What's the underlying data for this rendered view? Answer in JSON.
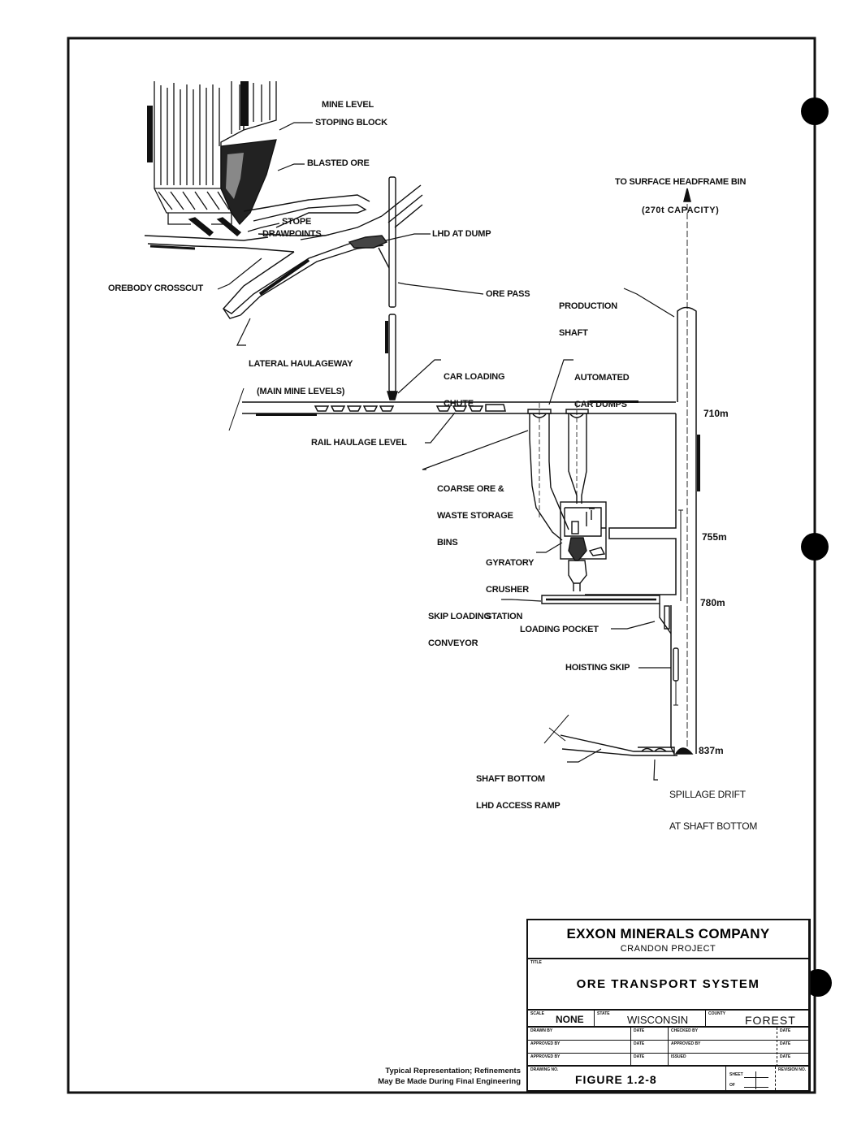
{
  "drawing": {
    "labels": {
      "mine_level": "MINE LEVEL",
      "stoping_block": "STOPING BLOCK",
      "blasted_ore": "BLASTED ORE",
      "stope": "STOPE",
      "drawpoints": "DRAWPOINTS",
      "lhd_at_dump": "LHD AT DUMP",
      "orebody_crosscut": "OREBODY CROSSCUT",
      "ore_pass": "ORE PASS",
      "lateral_haulageway_1": "LATERAL HAULAGEWAY",
      "lateral_haulageway_2": "(MAIN MINE LEVELS)",
      "car_loading_1": "CAR LOADING",
      "car_loading_2": "CHUTE",
      "to_surface_1": "TO SURFACE HEADFRAME BIN",
      "to_surface_2": "(270t CAPACITY)",
      "production_1": "PRODUCTION",
      "production_2": "SHAFT",
      "automated_1": "AUTOMATED",
      "automated_2": "CAR DUMPS",
      "rail_haulage_level": "RAIL HAULAGE LEVEL",
      "coarse_ore_1": "COARSE ORE &",
      "coarse_ore_2": "WASTE STORAGE",
      "coarse_ore_3": "BINS",
      "gyratory_1": "GYRATORY",
      "gyratory_2": "CRUSHER",
      "gyratory_3": "STATION",
      "skip_loading_1": "SKIP LOADING",
      "skip_loading_2": "CONVEYOR",
      "loading_pocket": "LOADING POCKET",
      "hoisting_skip": "HOISTING SKIP",
      "shaft_bottom_1": "SHAFT BOTTOM",
      "shaft_bottom_2": "LHD ACCESS RAMP",
      "spillage_1": "SPILLAGE DRIFT",
      "spillage_2": "AT SHAFT BOTTOM"
    },
    "depths": [
      "710m",
      "755m",
      "780m",
      "837m"
    ]
  },
  "disclaimer": {
    "line1": "Typical Representation; Refinements",
    "line2": "May Be Made During Final Engineering"
  },
  "title_block": {
    "company": "EXXON MINERALS COMPANY",
    "project": "CRANDON PROJECT",
    "title_label": "TITLE",
    "title": "ORE TRANSPORT SYSTEM",
    "scale_label": "SCALE",
    "scale": "NONE",
    "state_label": "STATE",
    "state": "WISCONSIN",
    "county_label": "COUNTY",
    "county": "FOREST",
    "drawn_by_label": "DRAWN BY",
    "checked_by_label": "CHECKED BY",
    "approved_by_label": "APPROVED BY",
    "approved_by2_label": "APPROVED BY",
    "issued_label": "ISSUED",
    "date_label": "DATE",
    "drawing_no_label": "DRAWING NO.",
    "figure": "FIGURE 1.2-8",
    "sheet_label": "SHEET",
    "of_label": "OF",
    "revision_label": "REVISION NO."
  }
}
